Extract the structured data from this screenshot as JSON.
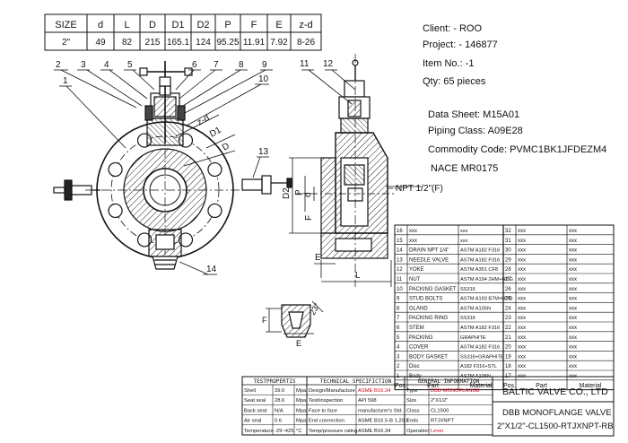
{
  "dimension_table": {
    "headers": [
      "SIZE",
      "d",
      "L",
      "D",
      "D1",
      "D2",
      "P",
      "F",
      "E",
      "z-d"
    ],
    "values": [
      "2\"",
      "49",
      "82",
      "215",
      "165.1",
      "124",
      "95.25",
      "11.91",
      "7.92",
      "8-26"
    ]
  },
  "project_info": {
    "client": "Client: - ROO",
    "project": "Project: - 146877",
    "item_no": "Item No.: -1",
    "qty": "Qty: 65 pieces",
    "data_sheet": "Data Sheet: M15A01",
    "piping_class": "Piping Class: A09E28",
    "commodity_code": "Commodity Code: PVMC1BK1JFDEZM4",
    "nace": "NACE MR0175"
  },
  "callouts": {
    "front": [
      "2",
      "3",
      "4",
      "5",
      "6",
      "7",
      "8",
      "9"
    ],
    "front_side": [
      "1",
      "10",
      "13",
      "14"
    ],
    "side": [
      "11",
      "12"
    ]
  },
  "dimension_labels": {
    "zd": "z-d",
    "D1": "D1",
    "D": "D",
    "D2": "D2",
    "P": "P",
    "d": "d",
    "F": "F",
    "E": "E",
    "L": "L",
    "npt": "NPT 1/2\"(F)",
    "section_F": "F",
    "section_E": "E"
  },
  "bom": {
    "header": [
      "Pos.",
      "Part",
      "Material",
      "Pos.",
      "Part",
      "Material"
    ],
    "rows": [
      [
        "16",
        "xxx",
        "xxx",
        "32",
        "xxx",
        "xxx"
      ],
      [
        "15",
        "xxx",
        "xxx",
        "31",
        "xxx",
        "xxx"
      ],
      [
        "14",
        "DRAIN NPT 1/4\"",
        "ASTM A182 F316",
        "30",
        "xxx",
        "xxx"
      ],
      [
        "13",
        "NEEDLE VALVE",
        "ASTM A182 F316",
        "29",
        "xxx",
        "xxx"
      ],
      [
        "12",
        "YOKE",
        "ASTM A351 CF8",
        "28",
        "xxx",
        "xxx"
      ],
      [
        "11",
        "NUT",
        "ASTM A194 2HM+HDG",
        "27",
        "xxx",
        "xxx"
      ],
      [
        "10",
        "PACKING GASKET",
        "SS316",
        "26",
        "xxx",
        "xxx"
      ],
      [
        "9",
        "STUD BOLTS",
        "ASTM A193 B7M+HDG",
        "25",
        "xxx",
        "xxx"
      ],
      [
        "8",
        "GLAND",
        "ASTM A105N",
        "24",
        "xxx",
        "xxx"
      ],
      [
        "7",
        "PACKING RING",
        "SS316",
        "23",
        "xxx",
        "xxx"
      ],
      [
        "6",
        "STEM",
        "ASTM A182 F316",
        "22",
        "xxx",
        "xxx"
      ],
      [
        "5",
        "PACKING",
        "GRAPHITE",
        "21",
        "xxx",
        "xxx"
      ],
      [
        "4",
        "COVER",
        "ASTM A182 F316",
        "20",
        "xxx",
        "xxx"
      ],
      [
        "3",
        "BODY GASKET",
        "SS316+GRAPHITE",
        "19",
        "xxx",
        "xxx"
      ],
      [
        "2",
        "Disc",
        "A182 F316+STL",
        "18",
        "xxx",
        "xxx"
      ],
      [
        "1",
        "Body",
        "ASTM A105N",
        "17",
        "xxx",
        "xxx"
      ]
    ]
  },
  "spec_table": {
    "col_headers": [
      "TESTPROPERTIS",
      "TECHNICAL SPECIFICTION",
      "GENERAL INFORMATION"
    ],
    "rows": [
      [
        "Shell",
        "39.0",
        "Mpa",
        "Design/Manufacture",
        "ASME B16.34",
        "Type",
        "DBB MONOFLANGE"
      ],
      [
        "Seat seal",
        "28.6",
        "Mpa",
        "Test/inspection",
        "API 598",
        "Size",
        "2\"X1/2\""
      ],
      [
        "Back seat",
        "N/A",
        "Mpa",
        "Face to face",
        "manufacturer's Std.",
        "Class",
        "CL1500"
      ],
      [
        "Air seal",
        "0.6",
        "Mpa",
        "End connection",
        "ASME B16.5-B 1.20.1",
        "Ends",
        "RTJXNPT"
      ],
      [
        "Temperature",
        "-29~425",
        "°C",
        "Temp/pressure rating",
        "ASME B16.34",
        "Operation",
        "Lever"
      ]
    ],
    "highlight_color": "#d0021b"
  },
  "title_block": {
    "company": "BALTIC VALVE CO., LTD",
    "title_line1": "DBB MONOFLANGE VALVE",
    "title_line2": "2\"X1/2\"-CL1500-RTJXNPT-RB"
  }
}
